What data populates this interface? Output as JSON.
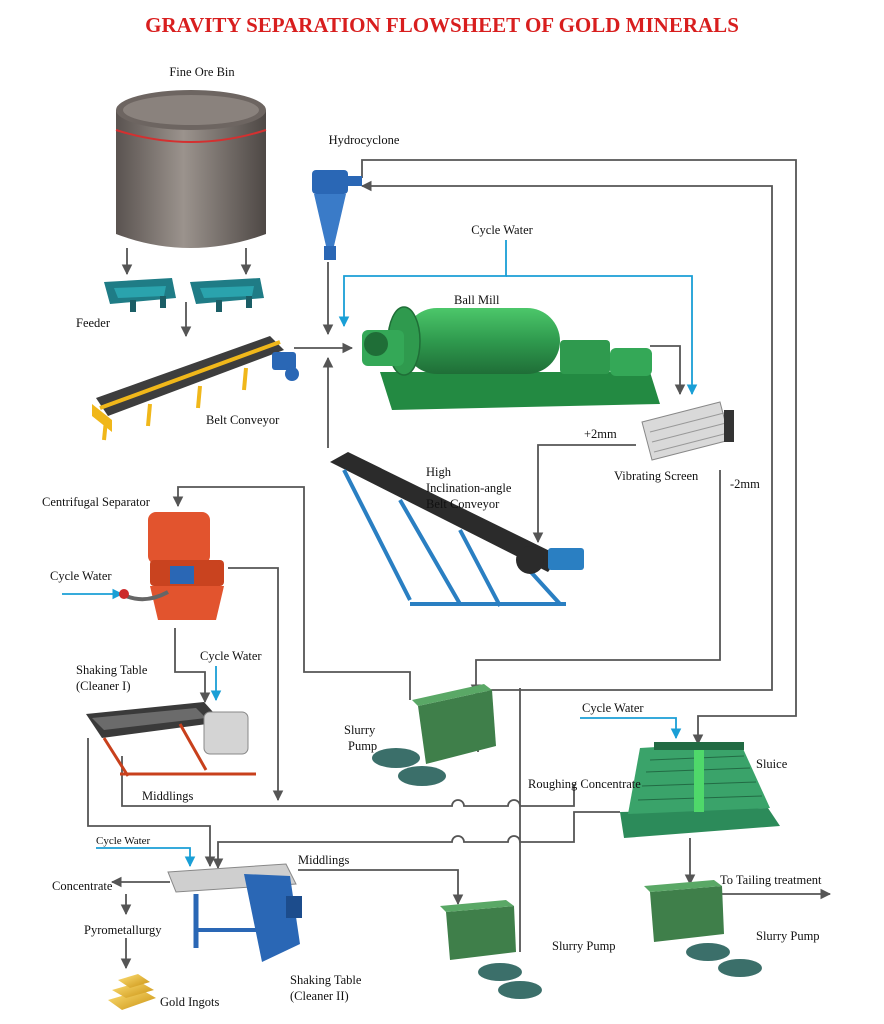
{
  "title": "GRAVITY SEPARATION FLOWSHEET OF GOLD MINERALS",
  "colors": {
    "title": "#d81e1e",
    "flow_line": "#555555",
    "water_line": "#1a9fd6",
    "equipment_green": "#2f9a4e",
    "table_blue": "#2a67b5",
    "separator_red": "#e2542e",
    "belt_yellow": "#f0b71a"
  },
  "labels": {
    "fine_ore_bin": "Fine Ore Bin",
    "hydrocyclone": "Hydrocyclone",
    "cycle_water_top": "Cycle Water",
    "feeder": "Feeder",
    "ball_mill": "Ball Mill",
    "belt_conveyor": "Belt Conveyor",
    "plus_2mm": "+2mm",
    "minus_2mm": "-2mm",
    "vibrating_screen": "Vibrating Screen",
    "high_incline_1": "High",
    "high_incline_2": "Inclination-angle",
    "high_incline_3": "Belt Conveyor",
    "centrifugal_separator": "Centrifugal Separator",
    "cycle_water_centrifugal": "Cycle Water",
    "cycle_water_shaking1": "Cycle Water",
    "shaking_table1_line1": "Shaking Table",
    "shaking_table1_line2": "(Cleaner I)",
    "slurry_pump_mid_line1": "Slurry",
    "slurry_pump_mid_line2": "Pump",
    "cycle_water_sluice": "Cycle Water",
    "sluice": "Sluice",
    "roughing_concentrate": "Roughing Concentrate",
    "middlings_1": "Middlings",
    "cycle_water_shaking2": "Cycle Water",
    "middlings_2": "Middlings",
    "concentrate": "Concentrate",
    "pyrometallurgy": "Pyrometallurgy",
    "gold_ingots": "Gold Ingots",
    "shaking_table2_line1": "Shaking Table",
    "shaking_table2_line2": "(Cleaner II)",
    "slurry_pump_bottom": "Slurry Pump",
    "to_tailing": "To Tailing treatment",
    "slurry_pump_right": "Slurry Pump"
  }
}
